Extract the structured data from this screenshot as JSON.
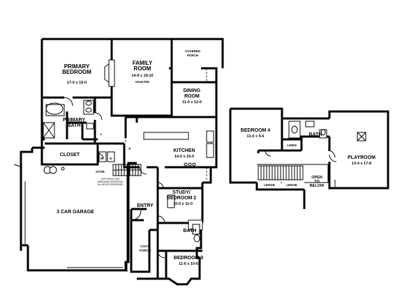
{
  "rooms": {
    "primary_bedroom": {
      "name": "PRIMARY\nBEDROOM",
      "dims": "17-0 x 15-0"
    },
    "family_room": {
      "name": "FAMILY\nROOM",
      "dims": "14-9 x 19-10",
      "note": "VAULTED"
    },
    "covered_porch_top": {
      "name": "COVERED\nPORCH"
    },
    "dining_room": {
      "name": "DINING\nROOM",
      "dims": "11-0 x 12-0"
    },
    "primary_bath": {
      "name": "PRIMARY\nBATH"
    },
    "closet": {
      "name": "CLOSET"
    },
    "kitchen": {
      "name": "KITCHEN",
      "dims": "14-0 x 15-0"
    },
    "study": {
      "name": "STUDY/\nBEDROOM 2",
      "dims": "10-0 x 11-0"
    },
    "garage": {
      "name": "3 CAR GARAGE"
    },
    "entry": {
      "name": "ENTRY"
    },
    "bath_main": {
      "name": "BATH"
    },
    "covd_porch": {
      "name": "COV'D\nPORCH"
    },
    "bedroom3": {
      "name": "BEDROOM 3",
      "dims": "11-6 x 10-6"
    },
    "stor": {
      "name": "STOR."
    },
    "bedroom4": {
      "name": "BEDROOM 4",
      "dims": "13-0 x 9-6"
    },
    "bath_upper": {
      "name": "BATH"
    },
    "linen": {
      "name": "LINEN"
    },
    "playroom": {
      "name": "PLAYROOM",
      "dims": "13-4 x 17-8"
    },
    "ledge1": {
      "name": "LEDGE"
    },
    "ledge2": {
      "name": "LEDGE"
    },
    "open_to_below": {
      "name": "OPEN\nTO\nBELOW"
    }
  },
  "small_labels": {
    "w": "W",
    "d": "D",
    "l": "L",
    "p": "P"
  },
  "copyright": "COPYRIGHT 2021\nLANGUAGE DESIGN INC.\nALL RIGHTS RESERVED"
}
